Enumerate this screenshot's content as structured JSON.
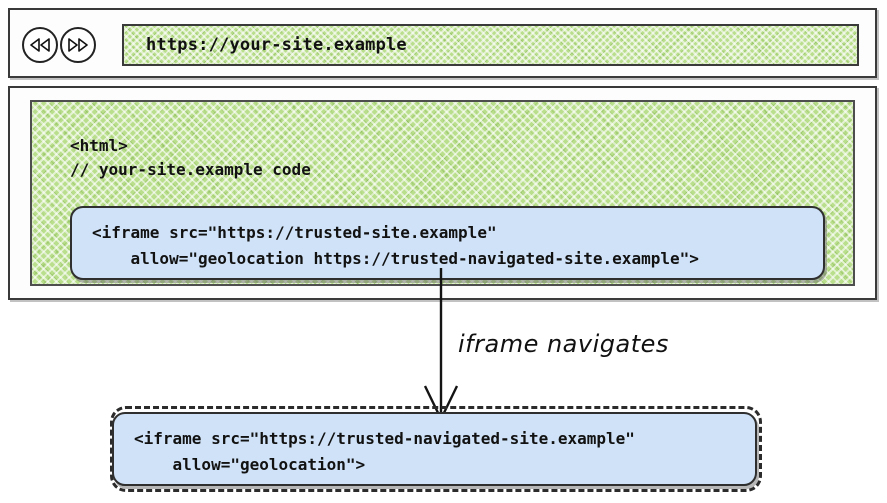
{
  "browser": {
    "nav": {
      "back_label": "rewind",
      "forward_label": "fast-forward"
    },
    "url": "https://your-site.example"
  },
  "page": {
    "host_code": [
      "<html>",
      "// your-site.example code"
    ],
    "embedded_iframe": {
      "lines": [
        "<iframe src=\"https://trusted-site.example\"",
        "    allow=\"geolocation https://trusted-navigated-site.example\">"
      ]
    }
  },
  "annotation": "iframe navigates",
  "navigated_iframe": {
    "lines": [
      "<iframe src=\"https://trusted-navigated-site.example\"",
      "    allow=\"geolocation\">"
    ]
  },
  "colors": {
    "page_green": "#b9de8c",
    "iframe_blue": "#cfe2f7",
    "outline": "#2f2f2f"
  }
}
